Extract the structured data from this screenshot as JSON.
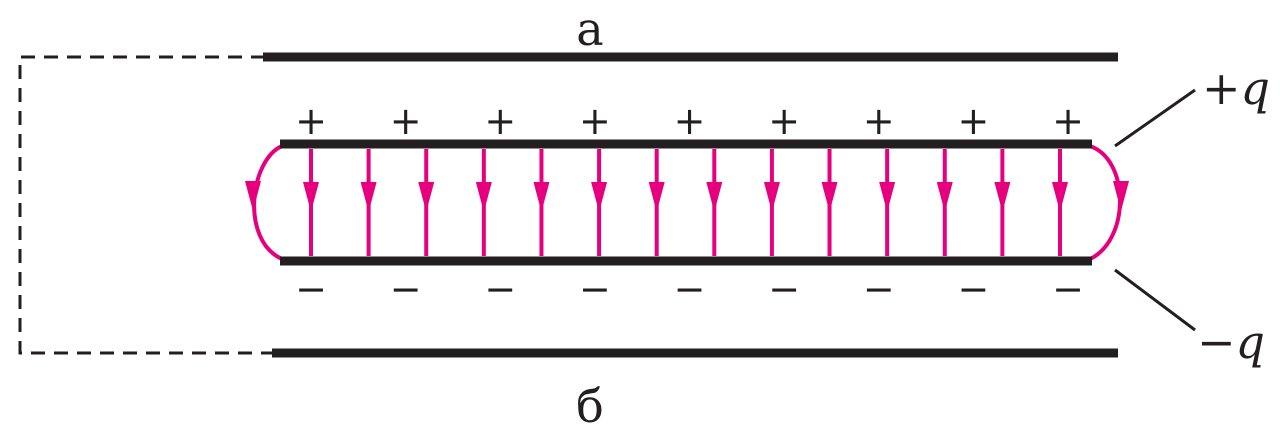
{
  "plates": {
    "top_label": "а",
    "bottom_label": "б"
  },
  "charges": {
    "positive_label": "+q",
    "negative_label": "−q",
    "positive_sign": "+",
    "negative_sign": "−",
    "sign_count": 9
  },
  "field": {
    "line_count": 14
  },
  "colors": {
    "plate": "#231f20",
    "field": "#e6007e",
    "dashed_wire": "#231f20"
  }
}
